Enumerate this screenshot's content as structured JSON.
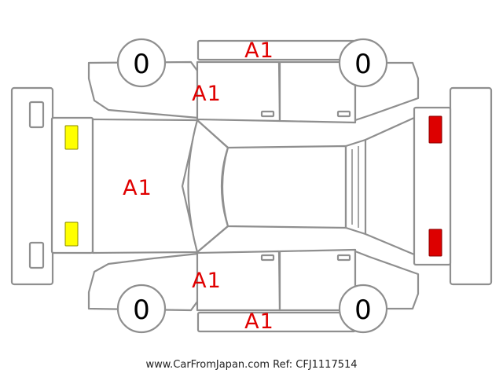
{
  "colors": {
    "outline": "#8f8f8f",
    "damage_text": "#e00000",
    "front_lamp": "#ffff00",
    "rear_lamp": "#dd0000"
  },
  "marks": {
    "roof": "A1",
    "door_top": "A1",
    "hood": "A1",
    "door_bottom": "A1",
    "sill_bottom": "A1"
  },
  "tires": {
    "front_top": "0",
    "rear_top": "0",
    "front_bottom": "0",
    "rear_bottom": "0"
  },
  "footer": {
    "text": "www.CarFromJapan.com Ref: CFJ1117514"
  }
}
